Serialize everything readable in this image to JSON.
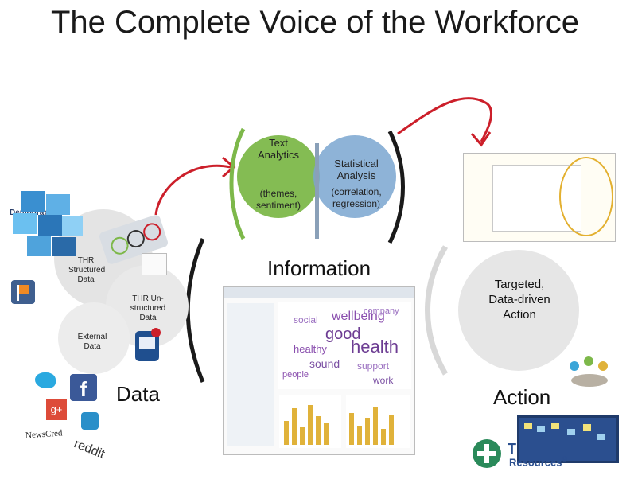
{
  "title": "The Complete Voice of the Workforce",
  "analytics": {
    "text_title": "Text Analytics",
    "text_sub": "(themes, sentiment)",
    "stat_title": "Statistical Analysis",
    "stat_sub": "(correlation, regression)"
  },
  "stages": {
    "information": "Information",
    "data": "Data",
    "action": "Action"
  },
  "left_bubbles": {
    "demographics": "Demographics",
    "thr_structured": "THR Structured Data",
    "thr_unstructured": "THR Un-structured Data",
    "external": "External Data"
  },
  "action_bubble": "Targeted, Data-driven Action",
  "social_logos": {
    "newscred": "NewsCred",
    "reddit": "reddit",
    "google_plus": "g+"
  },
  "brand": {
    "name_part": "Resources",
    "trademark": "®",
    "partial_letters": "T"
  },
  "wordcloud_words": [
    "good",
    "health",
    "wellbeing",
    "social",
    "sound",
    "support",
    "healthy",
    "company",
    "people",
    "work"
  ],
  "colors": {
    "accent_green": "#7db84a",
    "arrow_red": "#cc1f2a",
    "bubble_gray": "#e4e4e4",
    "wordcloud_purple": "#6d3d93"
  },
  "icons": [
    "cube-cluster-icon",
    "smiley-faces-icon",
    "flag-app-icon",
    "email-app-icon",
    "twitter-icon",
    "facebook-icon",
    "google-plus-icon",
    "yammer-icon",
    "people-meeting-icon",
    "curved-arrow-icon",
    "bracket-arc-icon"
  ]
}
